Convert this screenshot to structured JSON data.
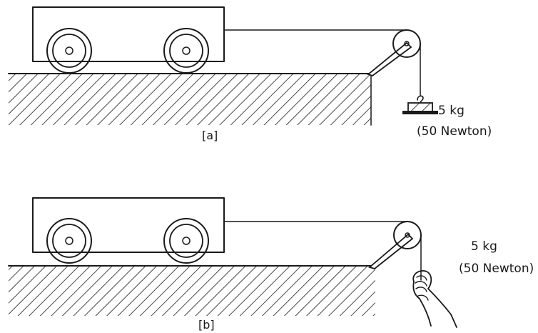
{
  "panel_a": {
    "caption": "[a]",
    "mass_label": "5 kg",
    "force_label": "(50  Newton)"
  },
  "panel_b": {
    "caption": "[b]",
    "mass_label": "5  kg",
    "force_label": "(50  Newton)"
  },
  "colors": {
    "ink": "#1a1a1a",
    "background": "#ffffff"
  }
}
